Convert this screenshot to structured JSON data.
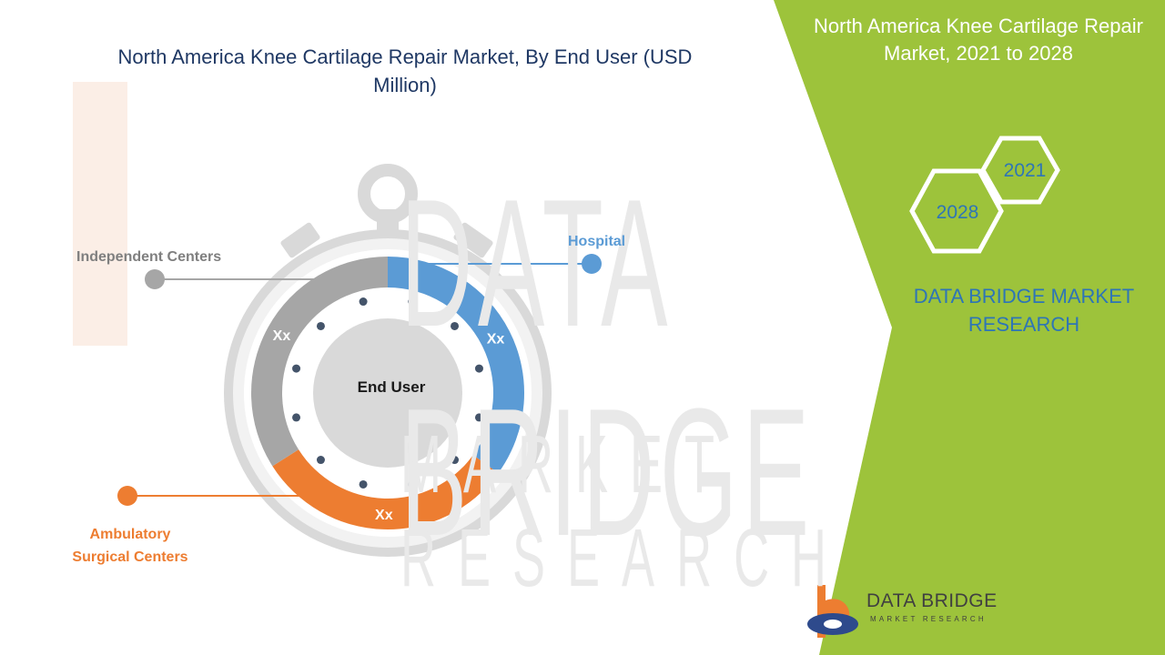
{
  "title": "North America Knee Cartilage Repair Market, By End User (USD Million)",
  "right_panel": {
    "title": "North America Knee Cartilage Repair Market, 2021 to 2028",
    "year_start": "2021",
    "year_end": "2028",
    "brand": "DATA BRIDGE MARKET RESEARCH"
  },
  "logo": {
    "name": "DATA BRIDGE",
    "tagline": "MARKET RESEARCH"
  },
  "watermark": {
    "line1": "DATA BRIDGE",
    "line2": "MARKET RESEARCH"
  },
  "colors": {
    "green_panel": "#9dc33b",
    "hospital": "#5b9bd5",
    "ambulatory": "#ed7d31",
    "independent": "#a6a6a6",
    "ring": "#d9d9d9",
    "dot": "#44546a"
  },
  "chart_data": {
    "type": "pie",
    "title": "North America Knee Cartilage Repair Market, By End User (USD Million)",
    "center_label": "End User",
    "categories": [
      "Hospital",
      "Ambulatory Surgical Centers",
      "Independent Centers"
    ],
    "values_label": [
      "Xx",
      "Xx",
      "Xx"
    ],
    "values": [
      35,
      31,
      34
    ],
    "colors": [
      "#5b9bd5",
      "#ed7d31",
      "#a6a6a6"
    ]
  }
}
